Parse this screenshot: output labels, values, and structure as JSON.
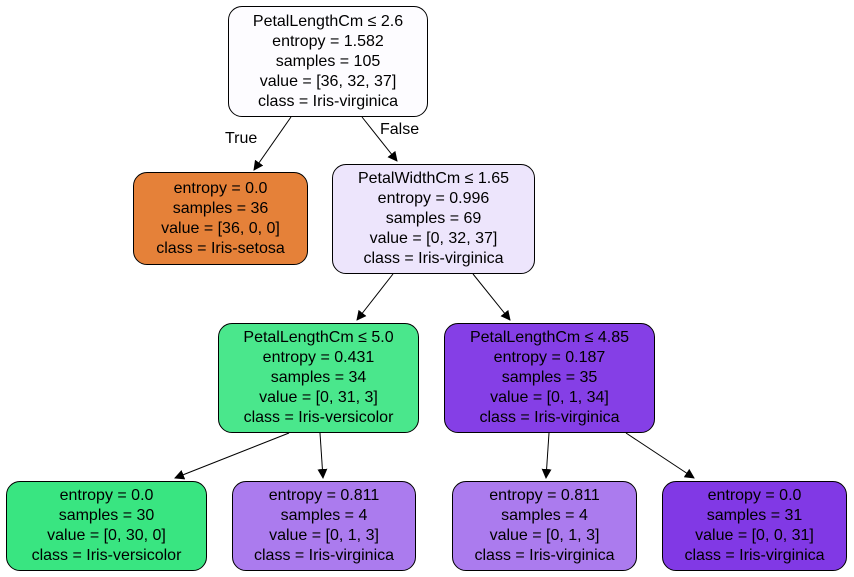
{
  "colors": {
    "root": "#fdfcff",
    "setosa": "#e58139",
    "versicolor": "#39e581",
    "virginica_light": "#ede5fc",
    "versicolor_mid": "#4ae78c",
    "virginica_strong": "#853fe6",
    "virginica_mid": "#ab7bee",
    "virginica_full": "#8139e5",
    "edge": "#000000"
  },
  "edge_labels": {
    "true": "True",
    "false": "False"
  },
  "nodes": [
    {
      "id": "n0",
      "lines": [
        "PetalLengthCm ≤ 2.6",
        "entropy = 1.582",
        "samples = 105",
        "value = [36, 32, 37]",
        "class = Iris-virginica"
      ]
    },
    {
      "id": "n1",
      "lines": [
        "entropy = 0.0",
        "samples = 36",
        "value = [36, 0, 0]",
        "class = Iris-setosa"
      ]
    },
    {
      "id": "n2",
      "lines": [
        "PetalWidthCm ≤ 1.65",
        "entropy = 0.996",
        "samples = 69",
        "value = [0, 32, 37]",
        "class = Iris-virginica"
      ]
    },
    {
      "id": "n3",
      "lines": [
        "PetalLengthCm ≤ 5.0",
        "entropy = 0.431",
        "samples = 34",
        "value = [0, 31, 3]",
        "class = Iris-versicolor"
      ]
    },
    {
      "id": "n4",
      "lines": [
        "PetalLengthCm ≤ 4.85",
        "entropy = 0.187",
        "samples = 35",
        "value = [0, 1, 34]",
        "class = Iris-virginica"
      ]
    },
    {
      "id": "n5",
      "lines": [
        "entropy = 0.0",
        "samples = 30",
        "value = [0, 30, 0]",
        "class = Iris-versicolor"
      ]
    },
    {
      "id": "n6",
      "lines": [
        "entropy = 0.811",
        "samples = 4",
        "value = [0, 1, 3]",
        "class = Iris-virginica"
      ]
    },
    {
      "id": "n7",
      "lines": [
        "entropy = 0.811",
        "samples = 4",
        "value = [0, 1, 3]",
        "class = Iris-virginica"
      ]
    },
    {
      "id": "n8",
      "lines": [
        "entropy = 0.0",
        "samples = 31",
        "value = [0, 0, 31]",
        "class = Iris-virginica"
      ]
    }
  ]
}
